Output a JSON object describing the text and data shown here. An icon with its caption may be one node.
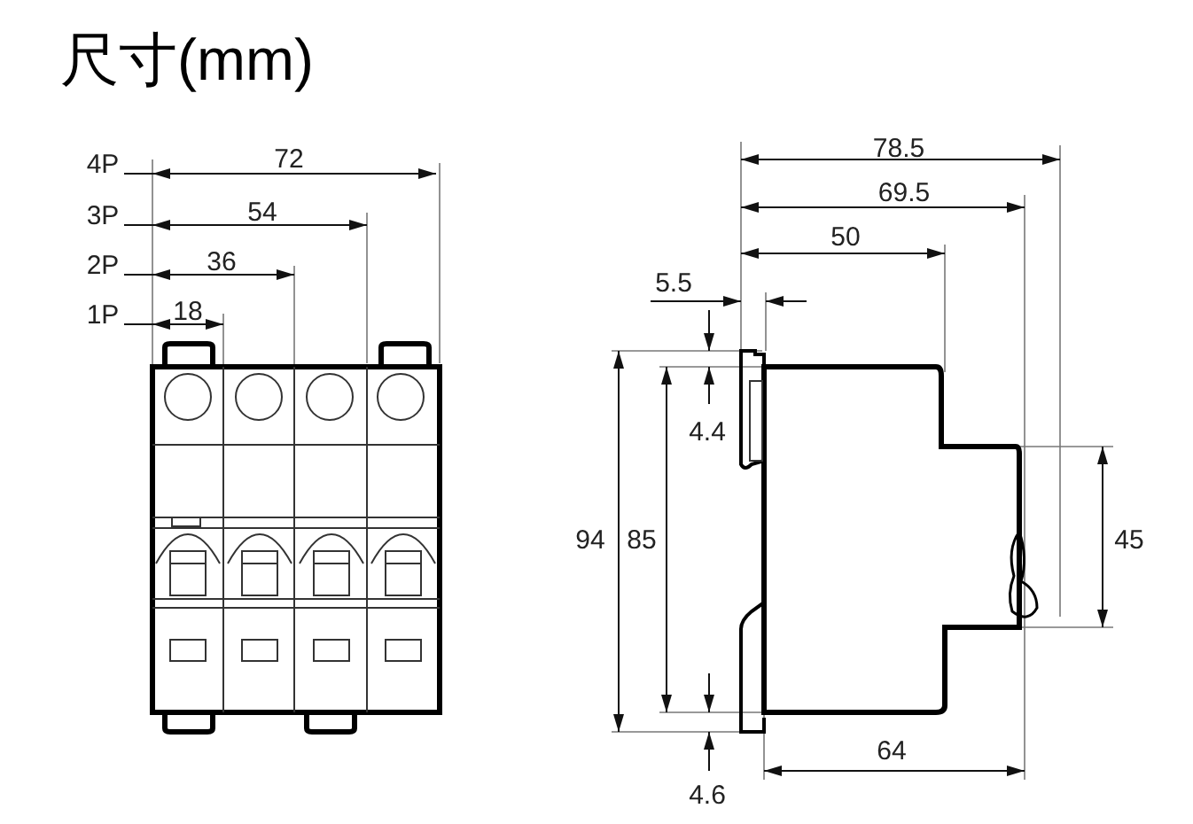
{
  "diagram": {
    "title": "尺寸(mm)",
    "labels": [
      "4P",
      "72",
      "3P",
      "54",
      "2P",
      "36",
      "1P",
      "18",
      "78.5",
      "69.5",
      "50",
      "5.5",
      "4.4",
      "94",
      "85",
      "45",
      "4.6",
      "64"
    ]
  }
}
